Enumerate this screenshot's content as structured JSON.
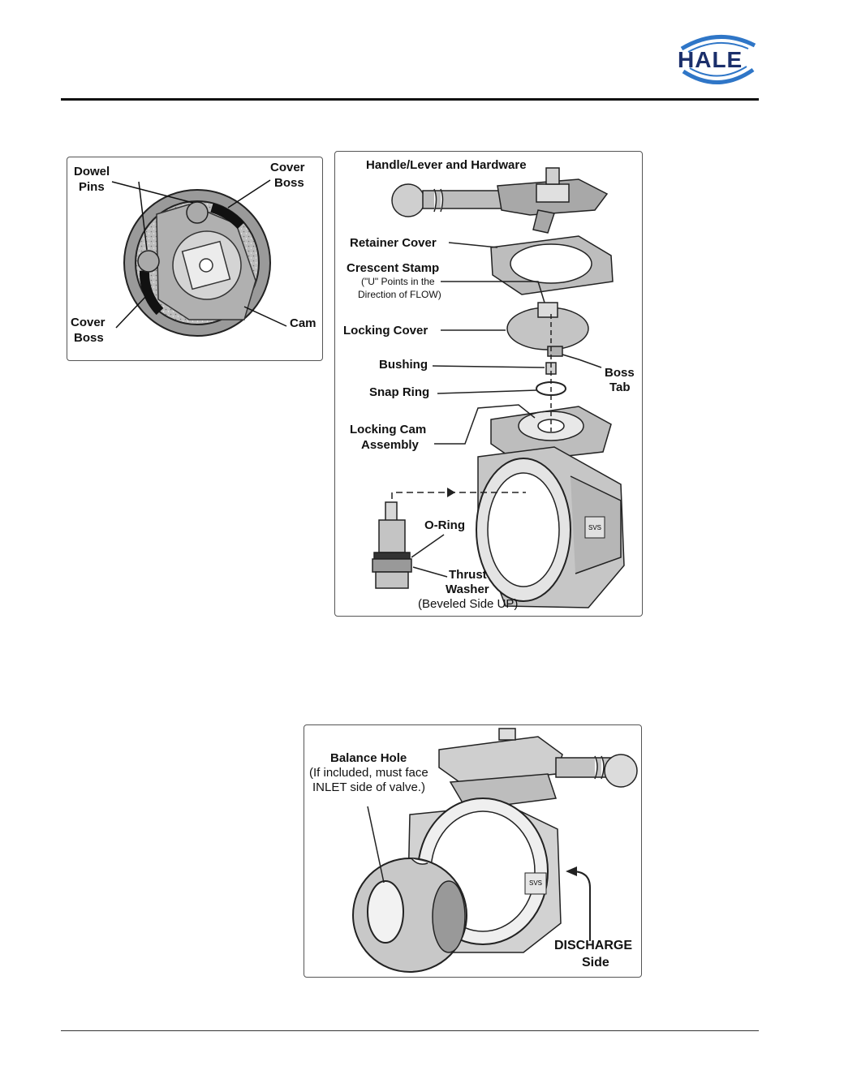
{
  "logo": {
    "text": "HALE",
    "color": "#1b2f6b",
    "swoosh_color": "#2f76c7"
  },
  "fig_cam": {
    "labels": {
      "dowel_pins_1": "Dowel",
      "dowel_pins_2": "Pins",
      "cover_boss_top_1": "Cover",
      "cover_boss_top_2": "Boss",
      "cover_boss_bottom_1": "Cover",
      "cover_boss_bottom_2": "Boss",
      "cam": "Cam"
    }
  },
  "fig_exploded": {
    "labels": {
      "handle": "Handle/Lever and Hardware",
      "retainer_cover": "Retainer Cover",
      "crescent_stamp": "Crescent Stamp",
      "crescent_note_1": "(\"U\" Points in the",
      "crescent_note_2": "Direction of FLOW)",
      "locking_cover": "Locking Cover",
      "bushing": "Bushing",
      "boss_tab_1": "Boss",
      "boss_tab_2": "Tab",
      "snap_ring": "Snap Ring",
      "locking_cam_1": "Locking  Cam",
      "locking_cam_2": "Assembly",
      "o_ring": "O-Ring",
      "thrust_washer_1": "Thrust",
      "thrust_washer_2": "Washer",
      "thrust_washer_3": "(Beveled Side UP)",
      "svs_mark": "SVS"
    }
  },
  "fig_ball": {
    "labels": {
      "balance_hole": "Balance Hole",
      "balance_note_1": "(If included, must face",
      "balance_note_2": "INLET side of valve.)",
      "discharge_1": "DISCHARGE",
      "discharge_2": "Side",
      "svs_mark": "SVS"
    }
  }
}
